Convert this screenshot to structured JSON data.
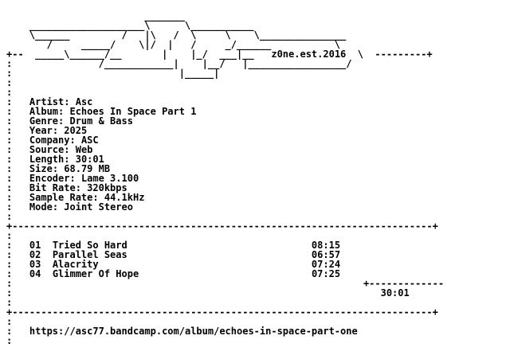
{
  "banner": [
    "                        _______",
    "    ____________________\\      \\___________",
    "    \\______         /   |\\   /  \\     \\    \\_______________",
    "       /     _____/    \\|/  |   /     _/______           \\",
    "  _____\\______/__       |    |_/  ___|__   z0ne.est.2016  \\",
    "               /____________|    |__/   |_________________/",
    "                             |_____|"
  ],
  "group_tag": "z0ne.est.2016",
  "info": [
    {
      "key": "Artist",
      "value": "Asc"
    },
    {
      "key": "Album",
      "value": "Echoes In Space Part 1"
    },
    {
      "key": "Genre",
      "value": "Drum & Bass"
    },
    {
      "key": "Year",
      "value": "2025"
    },
    {
      "key": "Company",
      "value": "ASC"
    },
    {
      "key": "Source",
      "value": "Web"
    },
    {
      "key": "Length",
      "value": "30:01"
    },
    {
      "key": "Size",
      "value": "68.79 MB"
    },
    {
      "key": "Encoder",
      "value": "Lame 3.100"
    },
    {
      "key": "Bit Rate",
      "value": "320kbps"
    },
    {
      "key": "Sample Rate",
      "value": "44.1kHz"
    },
    {
      "key": "Mode",
      "value": "Joint Stereo"
    }
  ],
  "tracks": [
    {
      "num": "01",
      "title": "Tried So Hard",
      "time": "08:15"
    },
    {
      "num": "02",
      "title": "Parallel Seas",
      "time": "06:57"
    },
    {
      "num": "03",
      "title": "Alacrity",
      "time": "07:24"
    },
    {
      "num": "04",
      "title": "Glimmer Of Hope",
      "time": "07:25"
    }
  ],
  "total_time": "30:01",
  "url": "https://asc77.bandcamp.com/album/echoes-in-space-part-one"
}
